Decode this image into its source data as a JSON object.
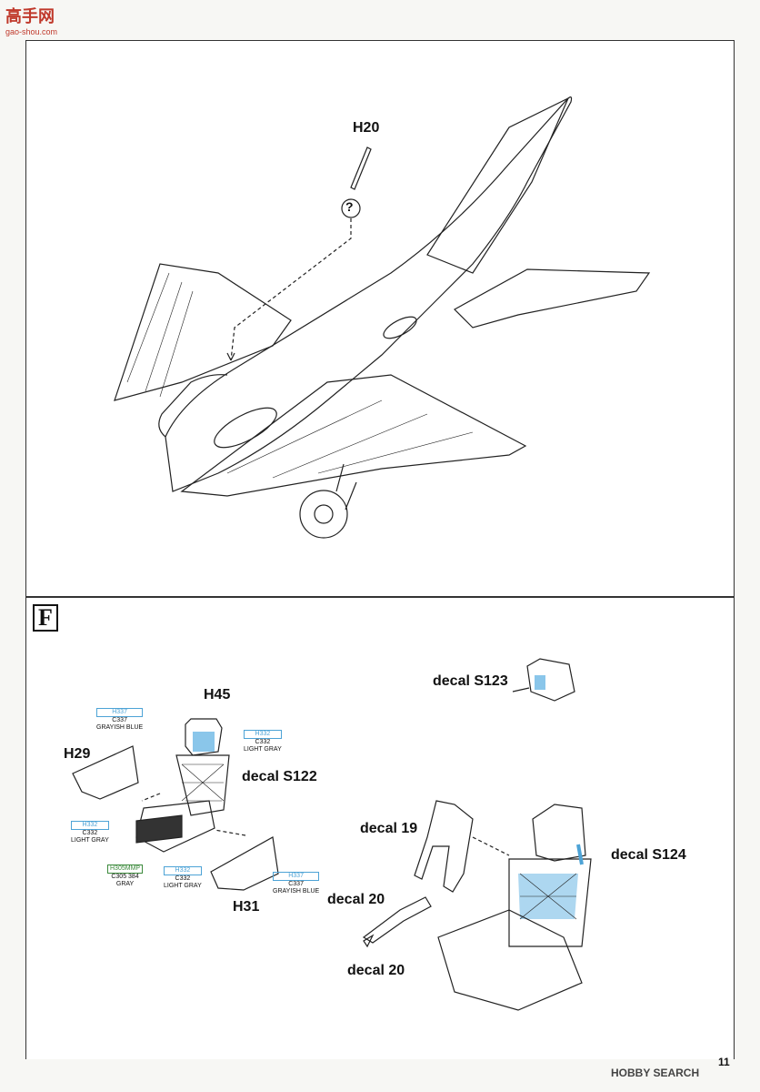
{
  "brand": {
    "name": "高手网",
    "url": "gao-shou.com"
  },
  "section": {
    "letter": "F"
  },
  "top_labels": {
    "h20": "H20",
    "question": "?"
  },
  "bottom_labels": {
    "h45": "H45",
    "h29": "H29",
    "h31": "H31",
    "decal_s122": "decal S122",
    "decal_s123": "decal S123",
    "decal_s124": "decal S124",
    "decal_19": "decal 19",
    "decal_20a": "decal 20",
    "decal_20b": "decal 20"
  },
  "color_callouts": [
    {
      "h": "H337",
      "c": "C337",
      "name": "GRAYISH BLUE"
    },
    {
      "h": "H332",
      "c": "C332",
      "name": "LIGHT GRAY"
    },
    {
      "h": "H332",
      "c": "C332",
      "name": "LIGHT GRAY"
    },
    {
      "h": "H305MMP",
      "c": "C305  384",
      "name": "GRAY"
    },
    {
      "h": "H332",
      "c": "C332",
      "name": "LIGHT GRAY"
    },
    {
      "h": "H337",
      "c": "C337",
      "name": "GRAYISH BLUE"
    }
  ],
  "footer": {
    "page_number": "11",
    "watermark": "HOBBY SEARCH"
  }
}
